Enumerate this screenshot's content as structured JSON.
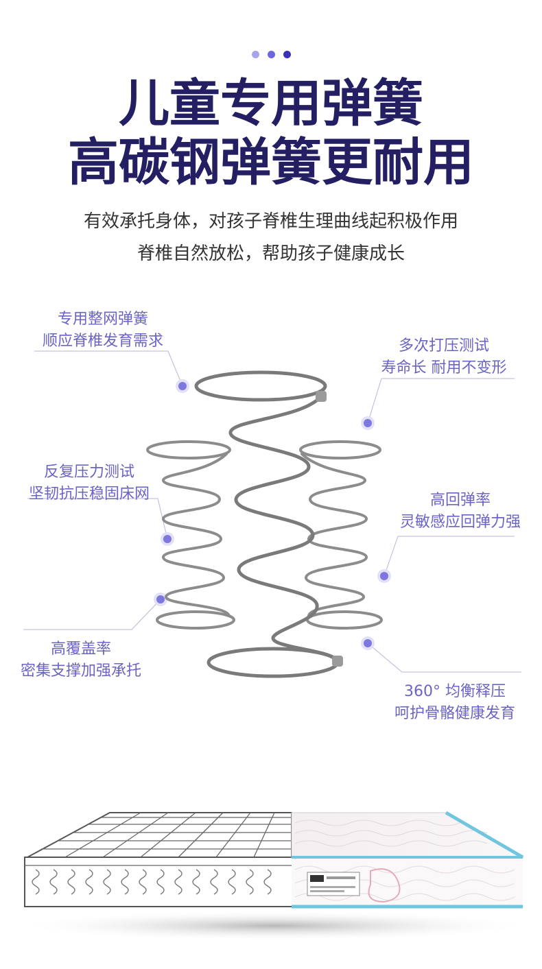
{
  "colors": {
    "title": "#241f63",
    "label": "#6a64c4",
    "dot_light": "#a8a4ec",
    "dot_mid": "#6e66dc",
    "dot_dark": "#3b31b8",
    "spring": "#8a8a8a",
    "mattress_edge": "#6fc6de"
  },
  "header": {
    "title_line1": "儿童专用弹簧",
    "title_line2": "高碳钢弹簧更耐用",
    "subtitle_line1": "有效承托身体，对孩子脊椎生理曲线起积极作用",
    "subtitle_line2": "脊椎自然放松，帮助孩子健康成长"
  },
  "callouts": {
    "top_left": {
      "line1": "专用整网弹簧",
      "line2": "顺应脊椎发育需求"
    },
    "top_right": {
      "line1": "多次打压测试",
      "line2": "寿命长 耐用不变形"
    },
    "mid_left": {
      "line1": "反复压力测试",
      "line2": "坚韧抗压稳固床网"
    },
    "mid_right": {
      "line1": "高回弹率",
      "line2": "灵敏感应回弹力强"
    },
    "bottom_left": {
      "line1": "高覆盖率",
      "line2": "密集支撑加强承托"
    },
    "bottom_right": {
      "line1": "360° 均衡释压",
      "line2": "呵护骨骼健康发育"
    }
  },
  "illustrations": {
    "springs": "coil-springs-illustration",
    "mattress": "mattress-cutaway-illustration"
  }
}
